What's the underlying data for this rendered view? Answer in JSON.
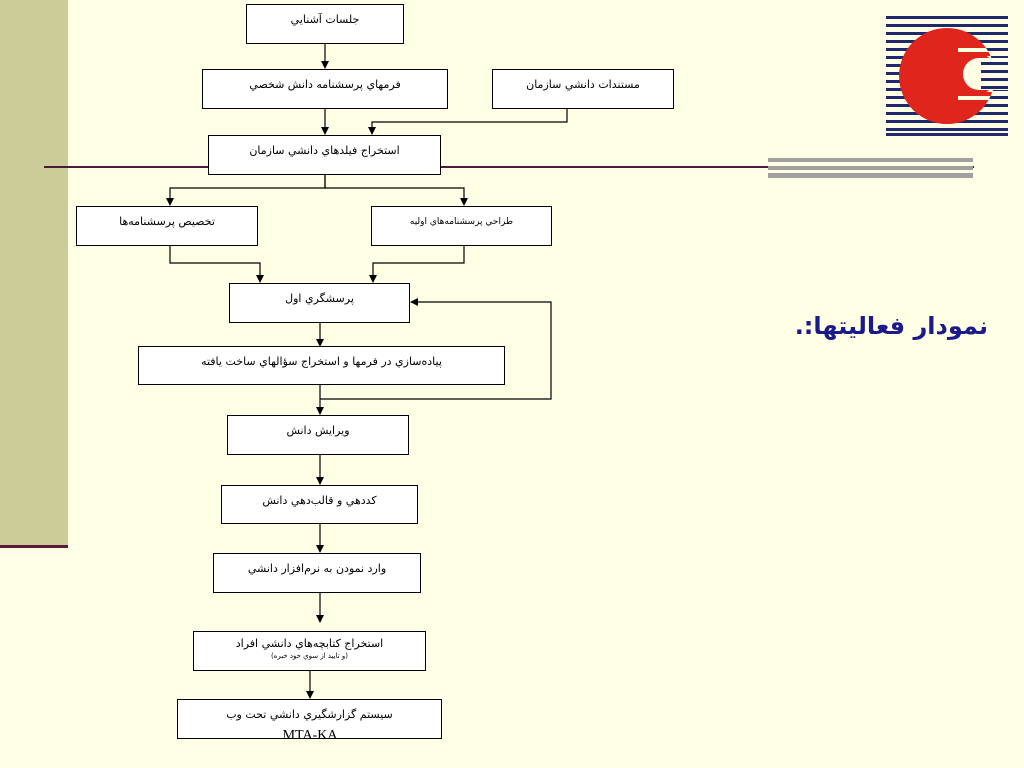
{
  "title": "نمودار فعاليتها:.",
  "footer": "MTA-KA",
  "colors": {
    "background": "#FFFFE5",
    "side_bar": "#CCCC99",
    "title": "#1A1A8A",
    "logo_red": "#E0261C",
    "logo_blue": "#1F2A6E"
  },
  "logo": {
    "icon": "company-logo-icon"
  },
  "nodes": {
    "n1": "جلسات آشنايي",
    "n2": "فرمهاي پرسشنامه دانش شخصي",
    "n3": "مستندات دانشي سازمان",
    "n4": "استخراج فيلدهاي دانشي سازمان",
    "n5": "تخصيص پرسشنامه‌ها",
    "n6": "طراحي پرسشنامه‌هاي اوليه",
    "n7": "پرسشگري اول",
    "n8": "پياده‌سازي در فرمها و استخراج سؤالهاي ساخت يافته",
    "n9": "ويرايش دانش",
    "n10": "كددهي و قالب‌دهي دانش",
    "n11": "وارد نمودن به نرم‌افزار دانشي",
    "n12": "استخراج كتابچه‌هاي دانشي افراد",
    "n12_sub": "(و تاييد از سوي خود خبره)",
    "n13": "سيستم گزارشگيري دانشي تحت وب"
  }
}
